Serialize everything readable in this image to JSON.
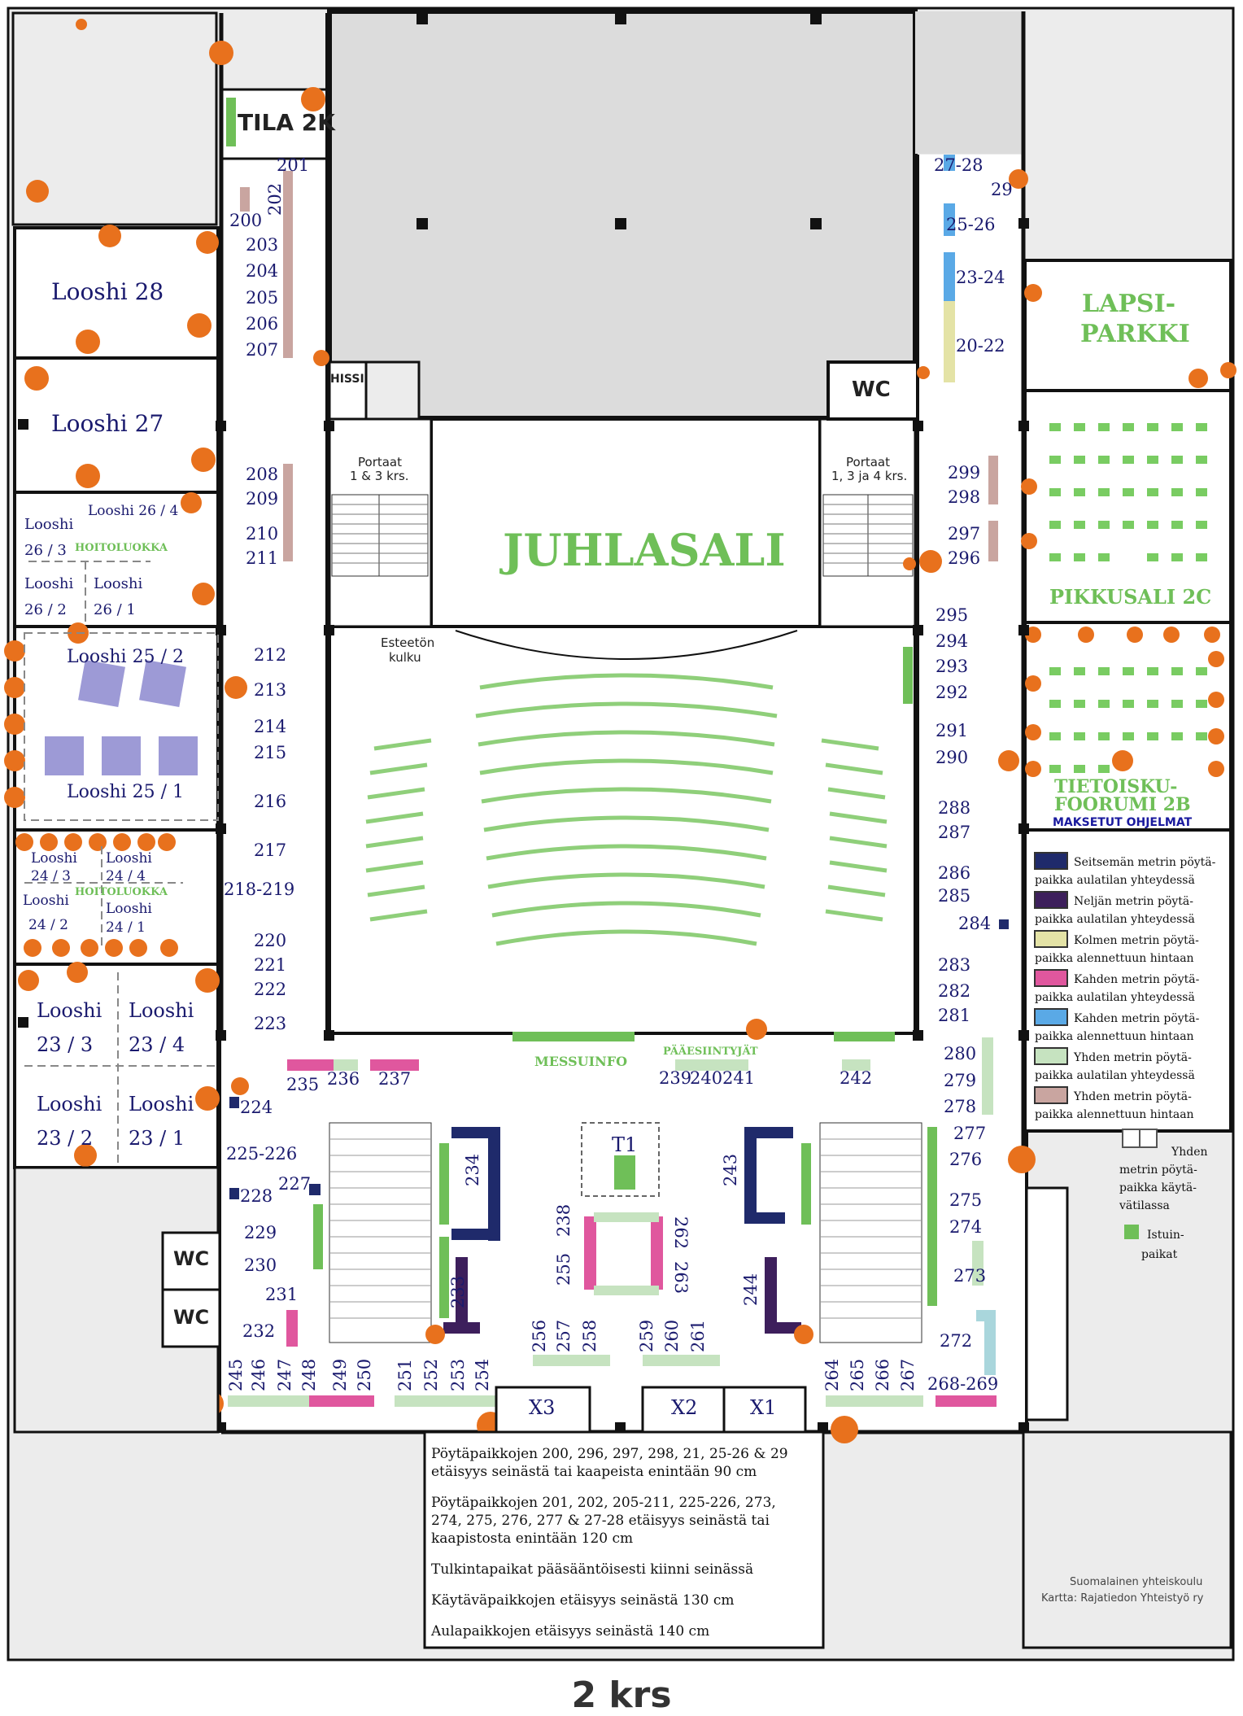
{
  "floor_title": "2 krs",
  "rooms": {
    "tila_2k": "TILA 2K",
    "hissi": "HISSI",
    "wc_top": "WC",
    "wc_left_1": "WC",
    "wc_left_2": "WC",
    "juhlasali": "JUHLASALI",
    "lapsiparkki_1": "LAPSI-",
    "lapsiparkki_2": "PARKKI",
    "pikkusali": "PIKKUSALI 2C",
    "tietoisku_1": "TIETOISKU-",
    "tietoisku_2": "FOORUMI 2B",
    "maksetut": "MAKSETUT OHJELMAT",
    "portaat_left_1": "Portaat",
    "portaat_left_2": "1 & 3 krs.",
    "portaat_right_1": "Portaat",
    "portaat_right_2": "1, 3 ja 4 krs.",
    "esteeton_1": "Esteetön",
    "esteeton_2": "kulku",
    "messuinfo": "MESSUINFO",
    "paaesiintyjat": "PÄÄESIINTYJÄT",
    "hoitoluokka_1": "HOITOLUOKKA",
    "hoitoluokka_2": "HOITOLUOKKA",
    "looshi_28": "Looshi 28",
    "looshi_27": "Looshi 27",
    "looshi_26_4": "Looshi 26 / 4",
    "looshi_26_3_a": "Looshi",
    "looshi_26_3_b": "26 / 3",
    "looshi_26_2_a": "Looshi",
    "looshi_26_2_b": "26 / 2",
    "looshi_26_1_a": "Looshi",
    "looshi_26_1_b": "26 / 1",
    "looshi_25_2": "Looshi 25 / 2",
    "looshi_25_1": "Looshi 25 / 1",
    "looshi_24_3_a": "Looshi",
    "looshi_24_3_b": "24 / 3",
    "looshi_24_4_a": "Looshi",
    "looshi_24_4_b": "24 / 4",
    "looshi_24_2_a": "Looshi",
    "looshi_24_2_b": "24 / 2",
    "looshi_24_1_a": "Looshi",
    "looshi_24_1_b": "24 / 1",
    "looshi_23_3_a": "Looshi",
    "looshi_23_3_b": "23 / 3",
    "looshi_23_4_a": "Looshi",
    "looshi_23_4_b": "23 / 4",
    "looshi_23_2_a": "Looshi",
    "looshi_23_2_b": "23 / 2",
    "looshi_23_1_a": "Looshi",
    "looshi_23_1_b": "23 / 1",
    "t1": "T1",
    "x1": "X1",
    "x2": "X2",
    "x3": "X3"
  },
  "stand_numbers": {
    "n201": "201",
    "n202": "202",
    "n200": "200",
    "n203": "203",
    "n204": "204",
    "n205": "205",
    "n206": "206",
    "n207": "207",
    "n208": "208",
    "n209": "209",
    "n210": "210",
    "n211": "211",
    "n212": "212",
    "n213": "213",
    "n214": "214",
    "n215": "215",
    "n216": "216",
    "n217": "217",
    "n218": "218-219",
    "n220": "220",
    "n221": "221",
    "n222": "222",
    "n223": "223",
    "n224": "224",
    "n225": "225-226",
    "n227": "227",
    "n228": "228",
    "n229": "229",
    "n230": "230",
    "n231": "231",
    "n232": "232",
    "n233": "233",
    "n234": "234",
    "n235": "235",
    "n236": "236",
    "n237": "237",
    "n238": "238",
    "n239": "239",
    "n240": "240",
    "n241": "241",
    "n242": "242",
    "n243": "243",
    "n244": "244",
    "n245": "245",
    "n246": "246",
    "n247": "247",
    "n248": "248",
    "n249": "249",
    "n250": "250",
    "n251": "251",
    "n252": "252",
    "n253": "253",
    "n254": "254",
    "n255": "255",
    "n256": "256",
    "n257": "257",
    "n258": "258",
    "n259": "259",
    "n260": "260",
    "n261": "261",
    "n262": "262",
    "n263": "263",
    "n264": "264",
    "n265": "265",
    "n266": "266",
    "n267": "267",
    "n268": "268-269",
    "n272": "272",
    "n273": "273",
    "n274": "274",
    "n275": "275",
    "n276": "276",
    "n277": "277",
    "n278": "278",
    "n279": "279",
    "n280": "280",
    "n281": "281",
    "n282": "282",
    "n283": "283",
    "n284": "284",
    "n285": "285",
    "n286": "286",
    "n287": "287",
    "n288": "288",
    "n290": "290",
    "n291": "291",
    "n292": "292",
    "n293": "293",
    "n294": "294",
    "n295": "295",
    "n296": "296",
    "n297": "297",
    "n298": "298",
    "n299": "299",
    "n20": "20-22",
    "n23": "23-24",
    "n25": "25-26",
    "n27": "27-28",
    "n29": "29"
  },
  "legend": [
    {
      "color": "#1f2a6b",
      "line1": "Seitsemän metrin pöytä-",
      "line2": "paikka aulatilan yhteydessä"
    },
    {
      "color": "#3d1f5c",
      "line1": "Neljän metrin pöytä-",
      "line2": "paikka aulatilan yhteydessä"
    },
    {
      "color": "#e4e3a6",
      "line1": "Kolmen metrin pöytä-",
      "line2": "paikka alennettuun hintaan"
    },
    {
      "color": "#e0579e",
      "line1": "Kahden metrin pöytä-",
      "line2": "paikka aulatilan yhteydessä"
    },
    {
      "color": "#5aa9e6",
      "line1": "Kahden metrin pöytä-",
      "line2": "paikka alennettuun hintaan"
    },
    {
      "color": "#c6e3c0",
      "line1": "Yhden metrin pöytä-",
      "line2": "paikka aulatilan yhteydessä"
    },
    {
      "color": "#c9a5a0",
      "line1": "Yhden metrin pöytä-",
      "line2": "paikka alennettuun hintaan"
    }
  ],
  "legend_extra": {
    "kaytava_1": "Yhden",
    "kaytava_2": "metrin pöytä-",
    "kaytava_3": "paikka käytä-",
    "kaytava_4": "vätilassa",
    "istuin_1": "Istuin-",
    "istuin_2": "paikat"
  },
  "notes": [
    "Pöytäpaikkojen 200, 296, 297, 298, 21, 25-26 & 29",
    "etäisyys seinästä tai kaapeista enintään 90 cm",
    "Pöytäpaikkojen 201, 202, 205-211, 225-226, 273,",
    "274, 275, 276, 277 & 27-28 etäisyys seinästä tai",
    "kaapistosta enintään 120 cm",
    "Tulkintapaikat pääsääntöisesti kiinni seinässä",
    "Käytäväpaikkojen etäisyys seinästä 130 cm",
    "Aulapaikkojen etäisyys seinästä 140 cm"
  ],
  "credits": {
    "line1": "Suomalainen yhteiskoulu",
    "line2": "Kartta:  Rajatiedon Yhteistyö ry"
  },
  "colors": {
    "wall": "#111111",
    "grey_area": "#ececec",
    "green": "#6fbf58",
    "outlet": "#e8711d",
    "navy_label": "#1a1a6e"
  }
}
